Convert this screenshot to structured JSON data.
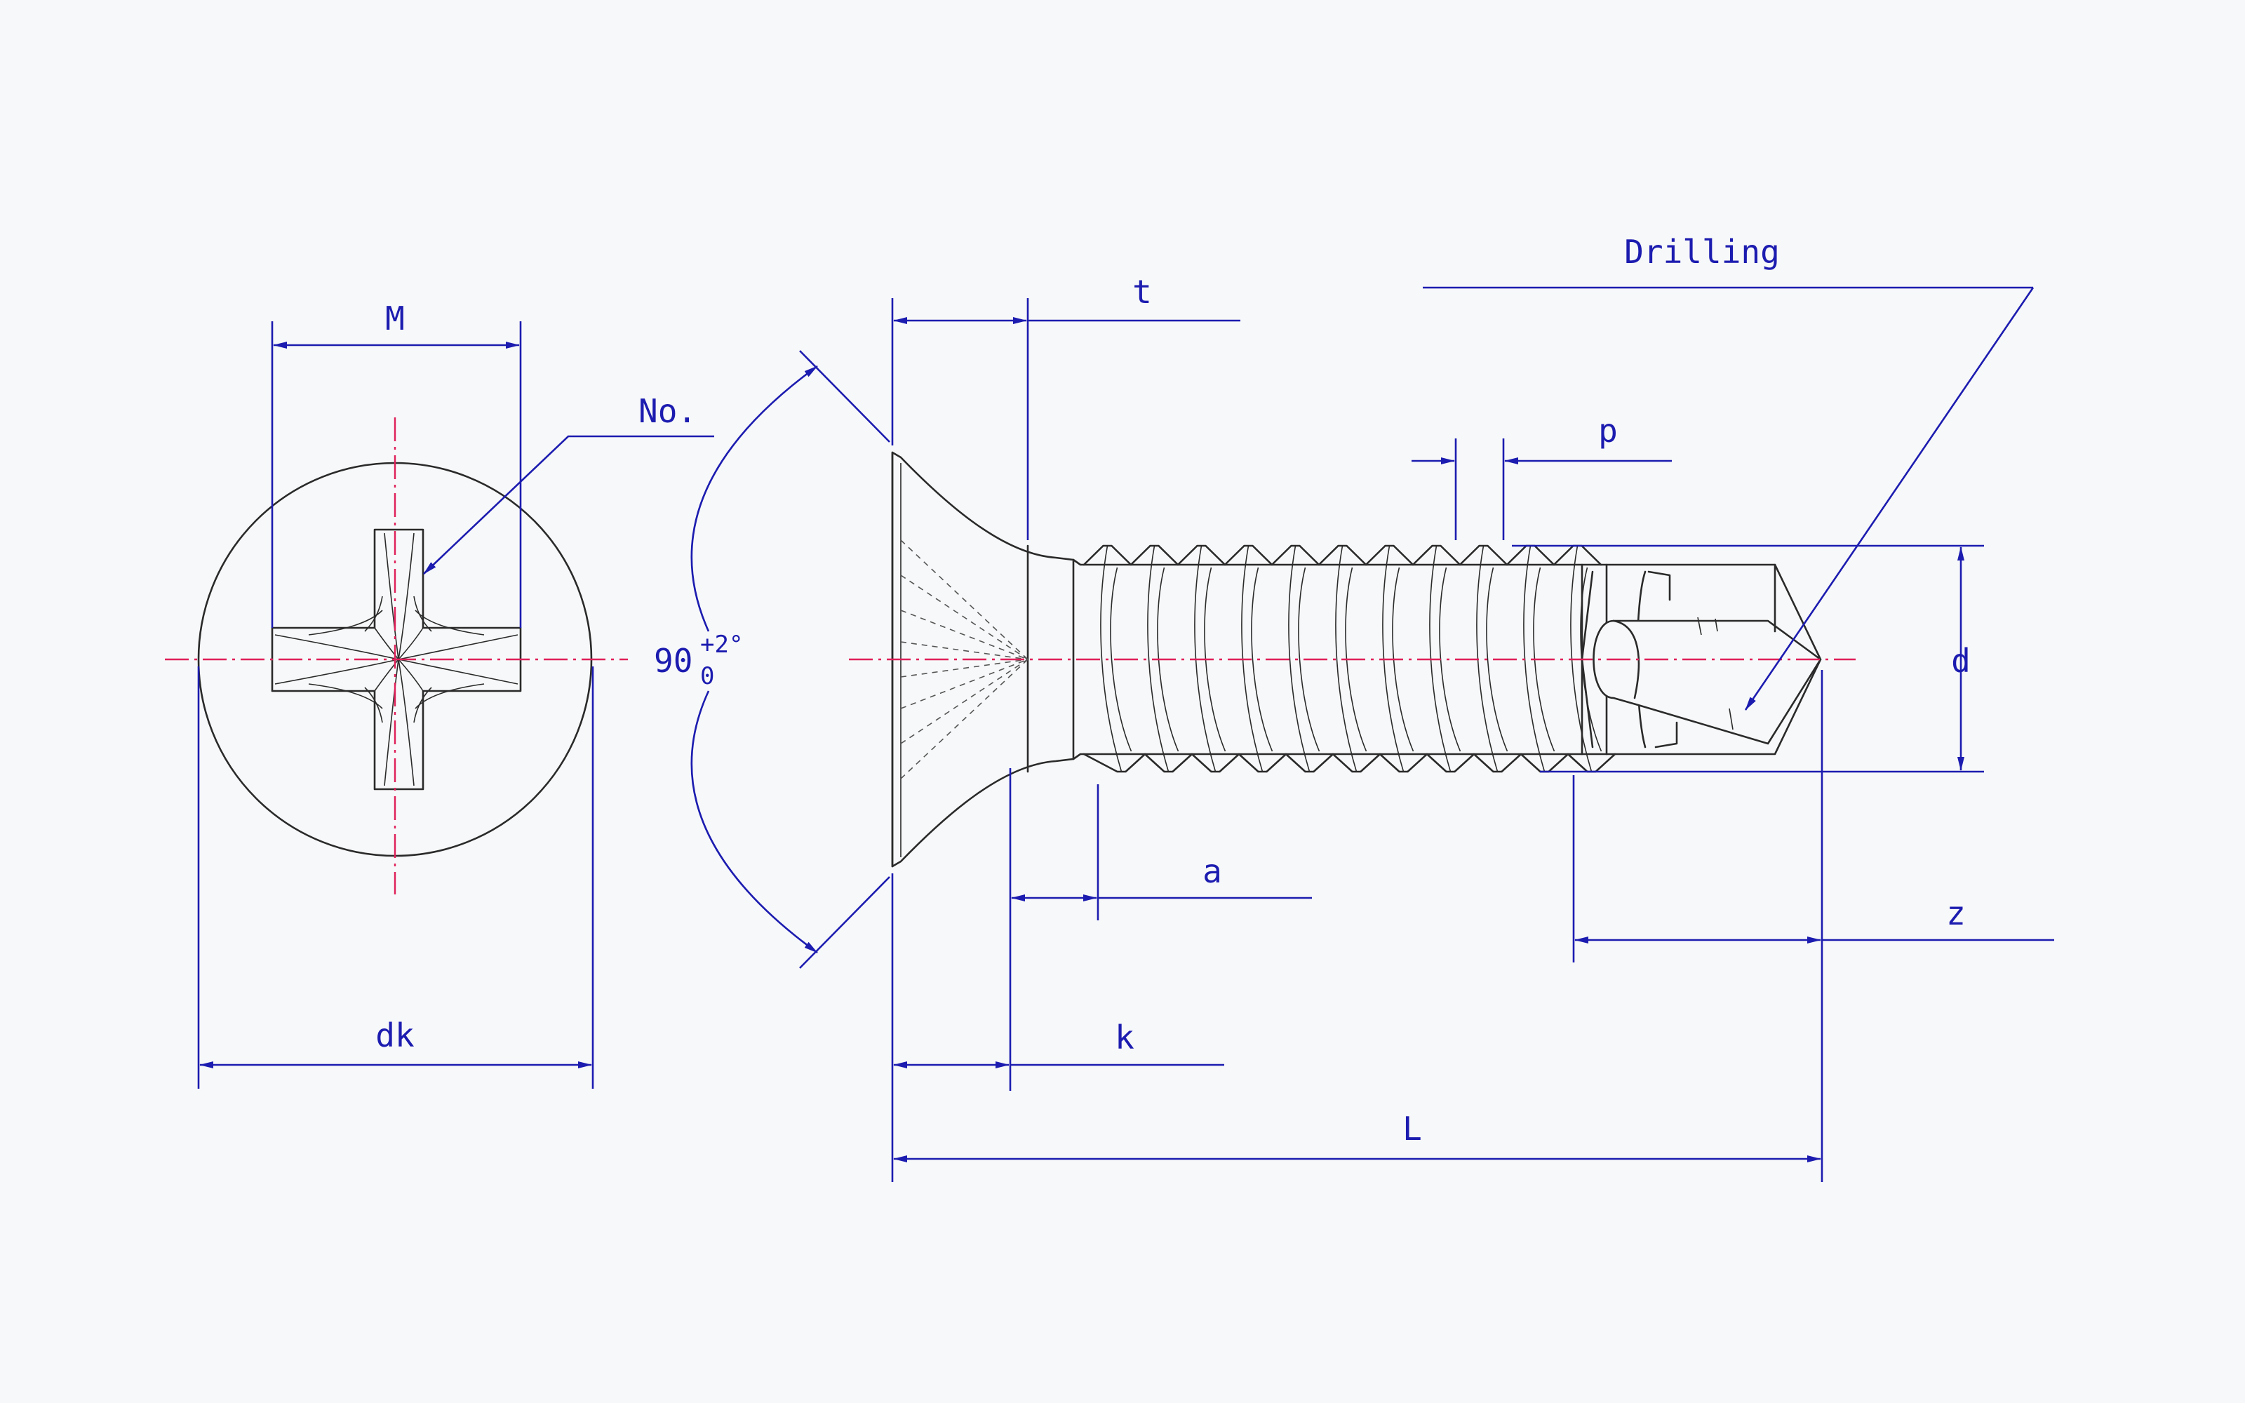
{
  "labels": {
    "M": "M",
    "No": "No.",
    "dk": "dk",
    "t": "t",
    "angle_value": "90",
    "angle_upper_tol": "+2°",
    "angle_lower_tol": "0",
    "drilling": "Drilling",
    "p": "p",
    "d": "d",
    "a": "a",
    "z": "z",
    "k": "k",
    "L": "L"
  },
  "colors": {
    "background": "#f7f8f9",
    "dimension": "#1c1cb0",
    "centerline": "#e0205a",
    "outline": "#2a2a2a"
  }
}
